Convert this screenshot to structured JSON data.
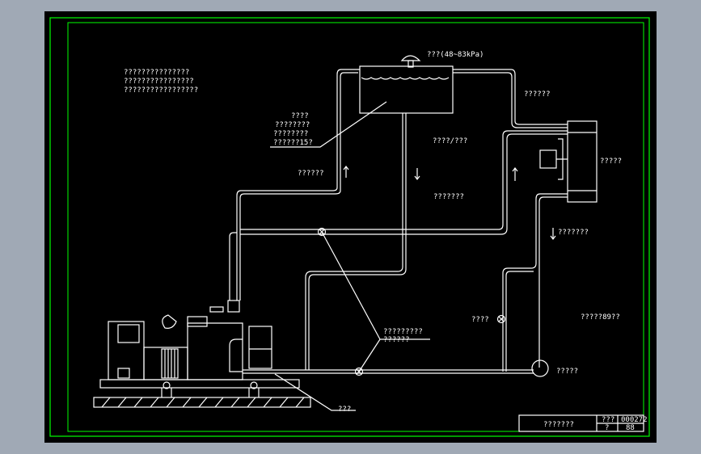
{
  "notes": {
    "lines": [
      "???????????????",
      "????????????????",
      "?????????????????"
    ]
  },
  "labels": {
    "vent_pressure": "???(48~83kPa)",
    "tank_callout": [
      "????",
      "????????",
      "????????",
      "??????15?"
    ],
    "left_riser": "??????",
    "right_top": "??????",
    "mid_top": "????/???",
    "mid": "???????",
    "radiator": "?????",
    "return_arrow_label": "???????",
    "valve_right": "????",
    "right_bottom": "?????89??",
    "bottom_callout": [
      "?????????",
      "??????"
    ],
    "pump": "?????",
    "base": "???"
  },
  "titleblock": {
    "name": "???????",
    "cell_top": "???",
    "cell_no": "000272",
    "cell_bottom_left": "?",
    "cell_bottom_right": "88"
  },
  "colors": {
    "background": "#000000",
    "outer_frame": "#00ff00",
    "lines": "#ffffff",
    "surround": "#a0a9b5"
  }
}
